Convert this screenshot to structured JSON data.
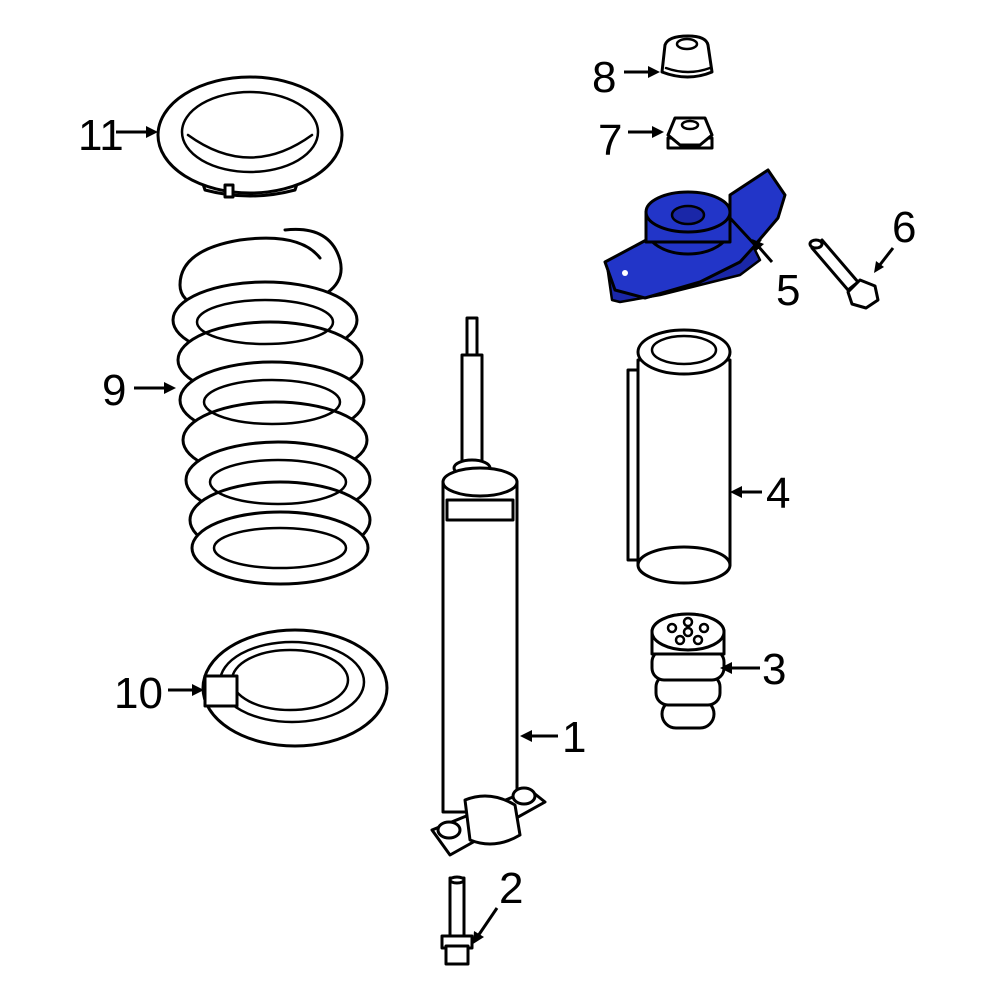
{
  "colors": {
    "highlight": "#2235c8",
    "line": "#000000",
    "background": "#ffffff"
  },
  "callouts": {
    "c1": "1",
    "c2": "2",
    "c3": "3",
    "c4": "4",
    "c5": "5",
    "c6": "6",
    "c7": "7",
    "c8": "8",
    "c9": "9",
    "c10": "10",
    "c11": "11"
  },
  "highlighted_part": "5"
}
